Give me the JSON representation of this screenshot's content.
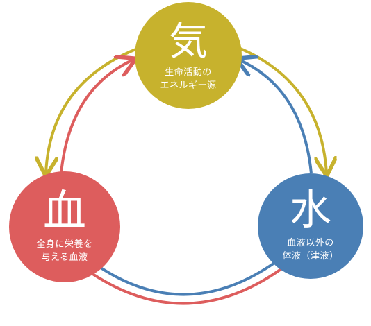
{
  "nodes": {
    "ki": {
      "kanji": "気",
      "line1": "生命活動の",
      "line2": "エネルギー源",
      "color": "#c7b22d"
    },
    "ketsu": {
      "kanji": "血",
      "line1": "全身に栄養を",
      "line2": "与える血液",
      "color": "#dd5d5d"
    },
    "sui": {
      "kanji": "水",
      "line1": "血液以外の",
      "line2": "体液（津液）",
      "color": "#4a7fb5"
    }
  },
  "colors": {
    "yellow": "#c7b22d",
    "red": "#dd5d5d",
    "blue": "#4a7fb5"
  }
}
